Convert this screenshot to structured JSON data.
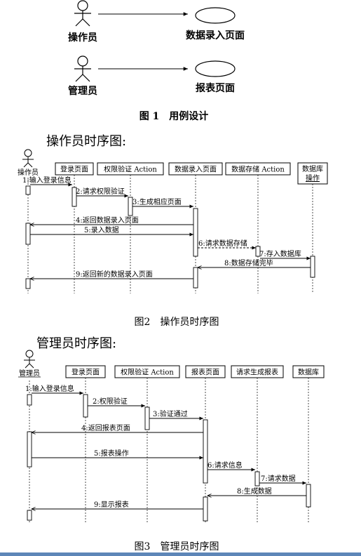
{
  "figure1": {
    "actors": [
      "操作员",
      "管理员"
    ],
    "use_cases": [
      "数据录入页面",
      "报表页面"
    ],
    "caption": "图 1　用例设计"
  },
  "figure2": {
    "heading": "操作员时序图:",
    "actor": "操作员",
    "participants": [
      "登录页面",
      "权限验证 Action",
      "数据录入页面",
      "数据存储 Action",
      "数据库操作"
    ],
    "messages": [
      {
        "label": "1:输入登录信息",
        "from": 0,
        "to": 1,
        "style": "solid"
      },
      {
        "label": "2:请求权限验证",
        "from": 1,
        "to": 2,
        "style": "solid"
      },
      {
        "label": "3:生成相应页面",
        "from": 2,
        "to": 3,
        "style": "solid"
      },
      {
        "label": "4:返回数据录入页面",
        "from": 3,
        "to": 0,
        "style": "solid"
      },
      {
        "label": "5:录入数据",
        "from": 0,
        "to": 3,
        "style": "solid"
      },
      {
        "label": "6:请求数据存储",
        "from": 3,
        "to": 4,
        "style": "dashed"
      },
      {
        "label": "7:存入数据库",
        "from": 4,
        "to": 5,
        "style": "solid"
      },
      {
        "label": "8:数据存储完毕",
        "from": 5,
        "to": 3,
        "style": "solid"
      },
      {
        "label": "9:返回新的数据录入页面",
        "from": 3,
        "to": 0,
        "style": "solid"
      }
    ],
    "caption": "图2　操作员时序图"
  },
  "figure3": {
    "heading": "管理员时序图:",
    "actor": "管理员",
    "participants": [
      "登录页面",
      "权限验证 Action",
      "报表页面",
      "请求生成报表",
      "数据库"
    ],
    "messages": [
      {
        "label": "1:输入登录信息",
        "from": 0,
        "to": 1,
        "style": "solid"
      },
      {
        "label": "2:权限验证",
        "from": 1,
        "to": 2,
        "style": "solid"
      },
      {
        "label": "3:验证通过",
        "from": 2,
        "to": 3,
        "style": "solid"
      },
      {
        "label": "4:返回报表页面",
        "from": 3,
        "to": 0,
        "style": "solid"
      },
      {
        "label": "5:报表操作",
        "from": 0,
        "to": 3,
        "style": "solid"
      },
      {
        "label": "6:请求信息",
        "from": 3,
        "to": 4,
        "style": "solid"
      },
      {
        "label": "7:请求数据",
        "from": 4,
        "to": 5,
        "style": "solid"
      },
      {
        "label": "8:生成数据",
        "from": 5,
        "to": 3,
        "style": "solid"
      },
      {
        "label": "9:显示报表",
        "from": 3,
        "to": 0,
        "style": "solid"
      }
    ],
    "caption": "图3　管理员时序图"
  }
}
